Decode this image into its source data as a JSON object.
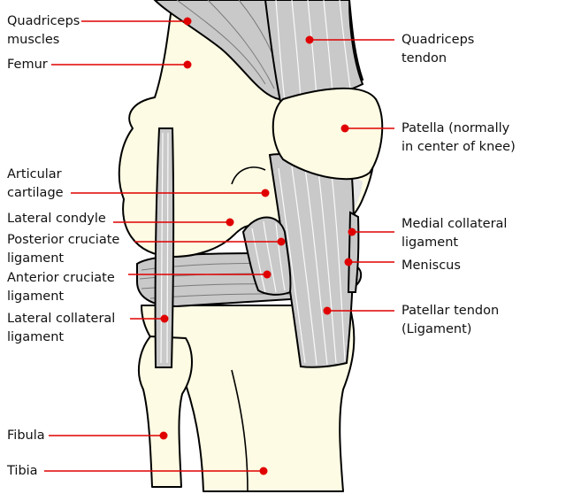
{
  "labels": {
    "quadriceps_muscles": "Quadriceps\nmuscles",
    "femur": "Femur",
    "articular_cartilage": "Articular\ncartilage",
    "lateral_condyle": "Lateral condyle",
    "posterior_cruciate": "Posterior cruciate\nligament",
    "anterior_cruciate": "Anterior cruciate\nligament",
    "lateral_collateral": "Lateral collateral\nligament",
    "fibula": "Fibula",
    "tibia": "Tibia",
    "quadriceps_tendon": "Quadriceps\ntendon",
    "patella": "Patella (normally\nin center of knee)",
    "medial_collateral": "Medial collateral\nligament",
    "meniscus": "Meniscus",
    "patellar_tendon": "Patellar tendon\n(Ligament)"
  },
  "colors": {
    "leader": "#e00000",
    "bone": "#fdfbe3",
    "muscle": "#c9c9c9"
  }
}
